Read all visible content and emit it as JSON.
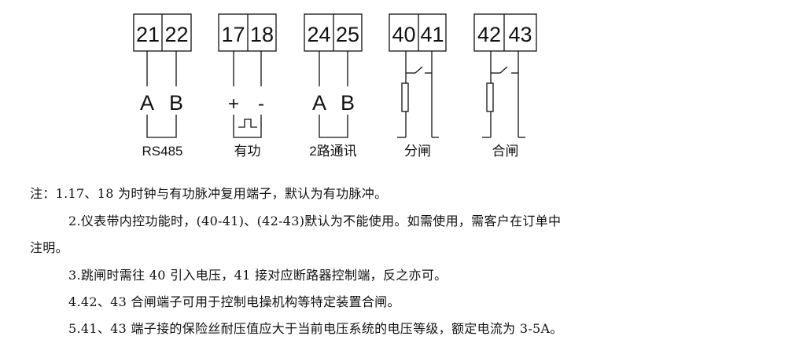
{
  "terminals": [
    {
      "left": "21",
      "right": "22",
      "sub_left": "A",
      "sub_right": "B",
      "label": "RS485",
      "type": "comm"
    },
    {
      "left": "17",
      "right": "18",
      "sub_left": "+",
      "sub_right": "-",
      "label": "有功",
      "type": "pulse"
    },
    {
      "left": "24",
      "right": "25",
      "sub_left": "A",
      "sub_right": "B",
      "label": "2路通讯",
      "type": "comm"
    },
    {
      "left": "40",
      "right": "41",
      "label": "分闸",
      "type": "relay"
    },
    {
      "left": "42",
      "right": "43",
      "label": "合闸",
      "type": "relay"
    }
  ],
  "notes": [
    "注：1.17、18 为时钟与有功脉冲复用端子，默认为有功脉冲。",
    "2.仪表带内控功能时，(40-41)、(42-43)默认为不能使用。如需使用，需客户在订单中",
    "注明。",
    "3.跳闸时需往 40 引入电压，41 接对应断路器控制端，反之亦可。",
    "4.42、43 合闸端子可用于控制电操机构等特定装置合闸。",
    "5.41、43 端子接的保险丝耐压值应大于当前电压系统的电压等级，额定电流为 3-5A。"
  ]
}
